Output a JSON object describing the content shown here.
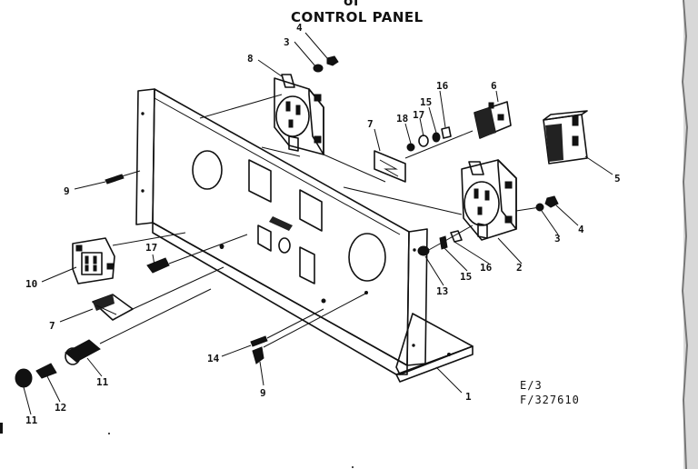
{
  "title": "CONTROL PANEL",
  "title_fragment": "of",
  "edition": "E/3",
  "figure_code": "F/327610",
  "callouts": {
    "c1": "1",
    "c2": "2",
    "c3a": "3",
    "c3b": "3",
    "c4a": "4",
    "c4b": "4",
    "c5": "5",
    "c6": "6",
    "c7a": "7",
    "c7b": "7",
    "c8": "8",
    "c9a": "9",
    "c9b": "9",
    "c10": "10",
    "c11a": "11",
    "c11b": "11",
    "c12": "12",
    "c13": "13",
    "c14": "14",
    "c15a": "15",
    "c15b": "15",
    "c16a": "16",
    "c16b": "16",
    "c17a": "17",
    "c17b": "17",
    "c18": "18"
  }
}
